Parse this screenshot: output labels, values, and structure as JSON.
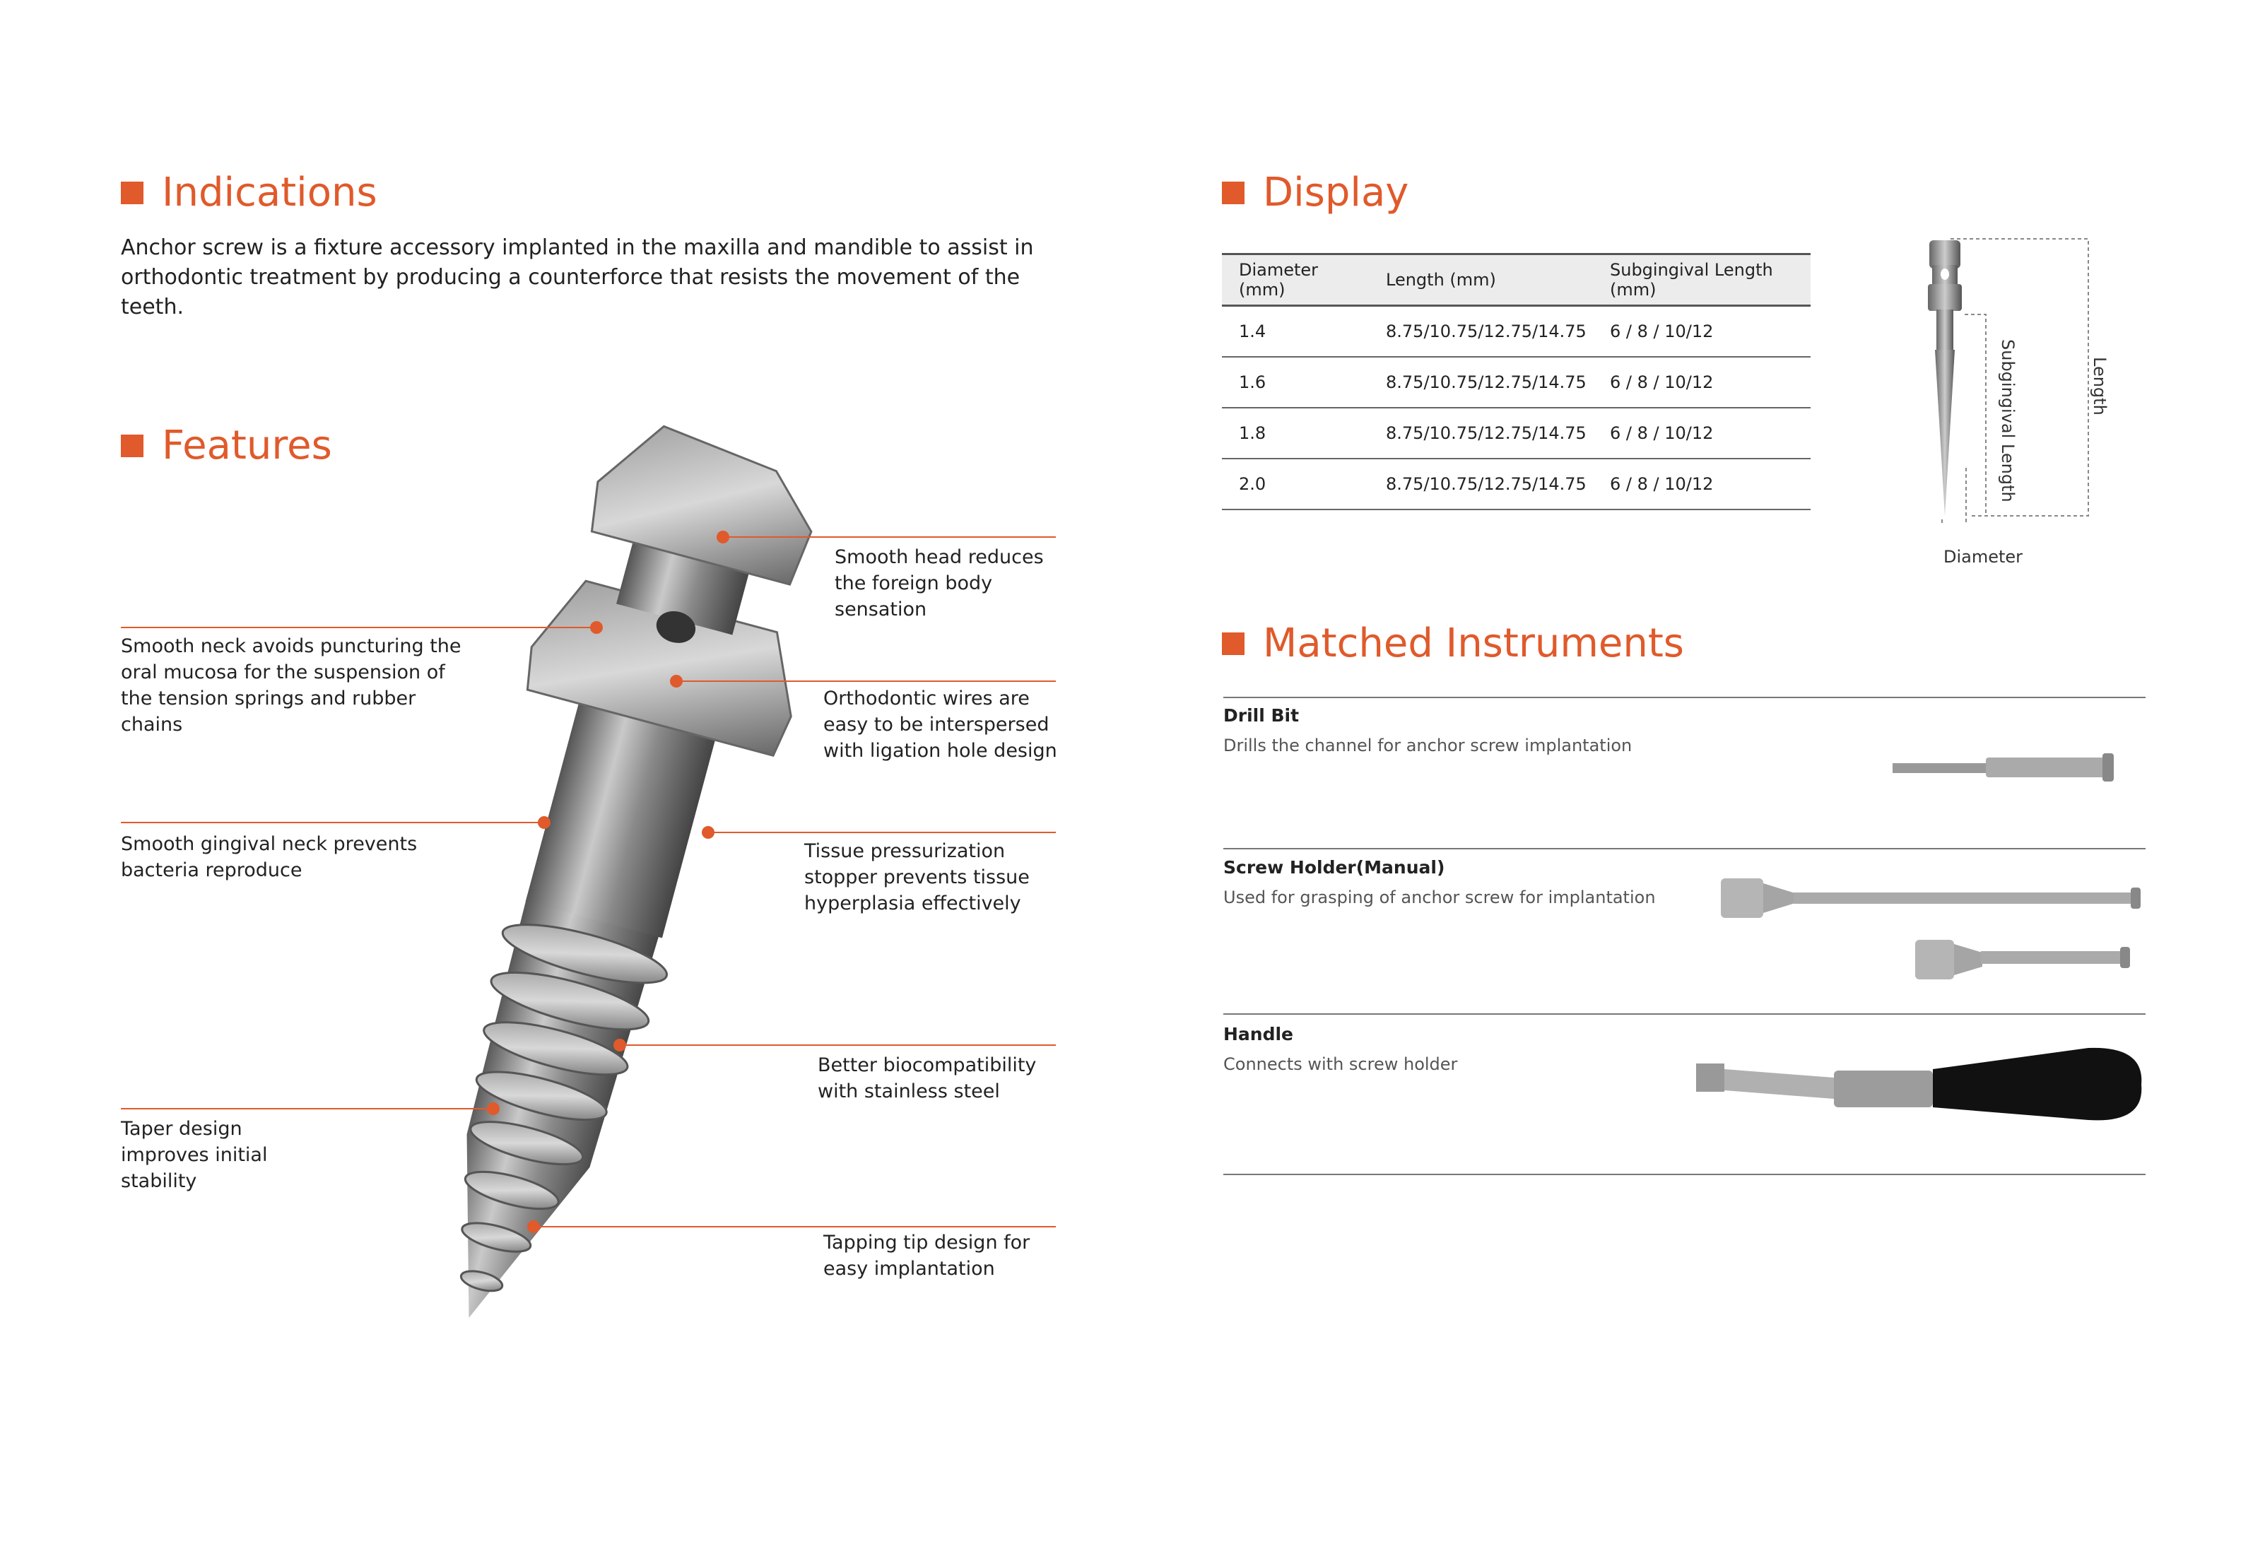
{
  "indications": {
    "title": "Indications",
    "text": "Anchor screw is a fixture accessory implanted in the maxilla and mandible to assist in orthodontic treatment by producing a counterforce that resists the movement of the teeth."
  },
  "features": {
    "title": "Features",
    "callouts": [
      "Smooth neck avoids puncturing the oral mucosa for the suspension of the tension springs and rubber chains",
      "Smooth gingival neck prevents bacteria reproduce",
      "Taper design improves initial stability",
      "Smooth head reduces the foreign body sensation",
      "Orthodontic wires are easy to be interspersed with ligation hole design",
      "Tissue pressurization stopper prevents tissue hyperplasia effectively",
      "Better biocompatibility with stainless steel",
      "Tapping tip design for easy implantation"
    ]
  },
  "display": {
    "title": "Display",
    "headers": [
      "Diameter (mm)",
      "Length (mm)",
      "Subgingival Length (mm)"
    ],
    "rows": [
      [
        "1.4",
        "8.75/10.75/12.75/14.75",
        "6 / 8 / 10/12"
      ],
      [
        "1.6",
        "8.75/10.75/12.75/14.75",
        "6 / 8 / 10/12"
      ],
      [
        "1.8",
        "8.75/10.75/12.75/14.75",
        "6 / 8 / 10/12"
      ],
      [
        "2.0",
        "8.75/10.75/12.75/14.75",
        "6 / 8 / 10/12"
      ]
    ],
    "diagram": {
      "length": "Length",
      "subgingival": "Subgingival Length",
      "diameter": "Diameter"
    }
  },
  "instruments": {
    "title": "Matched Instruments",
    "items": [
      {
        "name": "Drill Bit",
        "desc": "Drills the channel for anchor screw implantation"
      },
      {
        "name": "Screw Holder(Manual)",
        "desc": "Used for grasping of anchor screw for implantation"
      },
      {
        "name": "Handle",
        "desc": "Connects with screw holder"
      }
    ]
  },
  "colors": {
    "accent": "#e05a2b"
  }
}
